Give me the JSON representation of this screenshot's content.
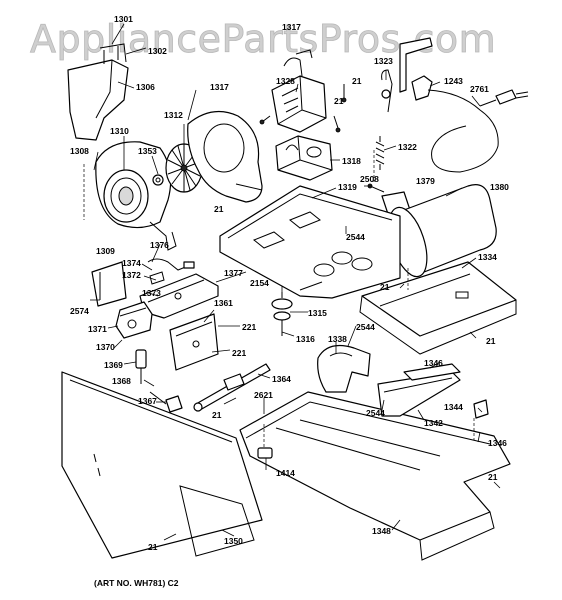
{
  "watermark": "AppliancePartsPros.com",
  "art_number": "(ART NO. WH781) C2",
  "part_labels": [
    {
      "id": "l1301",
      "text": "1301"
    },
    {
      "id": "l1302",
      "text": "1302"
    },
    {
      "id": "l1306",
      "text": "1306"
    },
    {
      "id": "l1317a",
      "text": "1317"
    },
    {
      "id": "l1328",
      "text": "1328"
    },
    {
      "id": "l1323",
      "text": "1323"
    },
    {
      "id": "l1243",
      "text": "1243"
    },
    {
      "id": "l2761",
      "text": "2761"
    },
    {
      "id": "l21a",
      "text": "21"
    },
    {
      "id": "l21b",
      "text": "21"
    },
    {
      "id": "l1317b",
      "text": "1317"
    },
    {
      "id": "l1312",
      "text": "1312"
    },
    {
      "id": "l1310",
      "text": "1310"
    },
    {
      "id": "l1308",
      "text": "1308"
    },
    {
      "id": "l1353",
      "text": "1353"
    },
    {
      "id": "l1318",
      "text": "1318"
    },
    {
      "id": "l1322",
      "text": "1322"
    },
    {
      "id": "l2508",
      "text": "2508"
    },
    {
      "id": "l1379",
      "text": "1379"
    },
    {
      "id": "l1380",
      "text": "1380"
    },
    {
      "id": "l1319",
      "text": "1319"
    },
    {
      "id": "l21c",
      "text": "21"
    },
    {
      "id": "l2544a",
      "text": "2544"
    },
    {
      "id": "l1309",
      "text": "1309"
    },
    {
      "id": "l1376",
      "text": "1376"
    },
    {
      "id": "l1374",
      "text": "1374"
    },
    {
      "id": "l1372",
      "text": "1372"
    },
    {
      "id": "l1373",
      "text": "1373"
    },
    {
      "id": "l1377",
      "text": "1377"
    },
    {
      "id": "l2154",
      "text": "2154"
    },
    {
      "id": "l21d",
      "text": "21"
    },
    {
      "id": "l1334",
      "text": "1334"
    },
    {
      "id": "l2574",
      "text": "2574"
    },
    {
      "id": "l1361",
      "text": "1361"
    },
    {
      "id": "l1315",
      "text": "1315"
    },
    {
      "id": "l1371",
      "text": "1371"
    },
    {
      "id": "l221a",
      "text": "221"
    },
    {
      "id": "l1316",
      "text": "1316"
    },
    {
      "id": "l2544b",
      "text": "2544"
    },
    {
      "id": "l1338",
      "text": "1338"
    },
    {
      "id": "l21e",
      "text": "21"
    },
    {
      "id": "l1370",
      "text": "1370"
    },
    {
      "id": "l221b",
      "text": "221"
    },
    {
      "id": "l1369",
      "text": "1369"
    },
    {
      "id": "l1346a",
      "text": "1346"
    },
    {
      "id": "l1364",
      "text": "1364"
    },
    {
      "id": "l1368",
      "text": "1368"
    },
    {
      "id": "l2621",
      "text": "2621"
    },
    {
      "id": "l1367",
      "text": "1367"
    },
    {
      "id": "l21f",
      "text": "21"
    },
    {
      "id": "l2544c",
      "text": "2544"
    },
    {
      "id": "l1344",
      "text": "1344"
    },
    {
      "id": "l1342",
      "text": "1342"
    },
    {
      "id": "l1346b",
      "text": "1346"
    },
    {
      "id": "l1414",
      "text": "1414"
    },
    {
      "id": "l21g",
      "text": "21"
    },
    {
      "id": "l1348",
      "text": "1348"
    },
    {
      "id": "l1350",
      "text": "1350"
    },
    {
      "id": "l21h",
      "text": "21"
    }
  ]
}
